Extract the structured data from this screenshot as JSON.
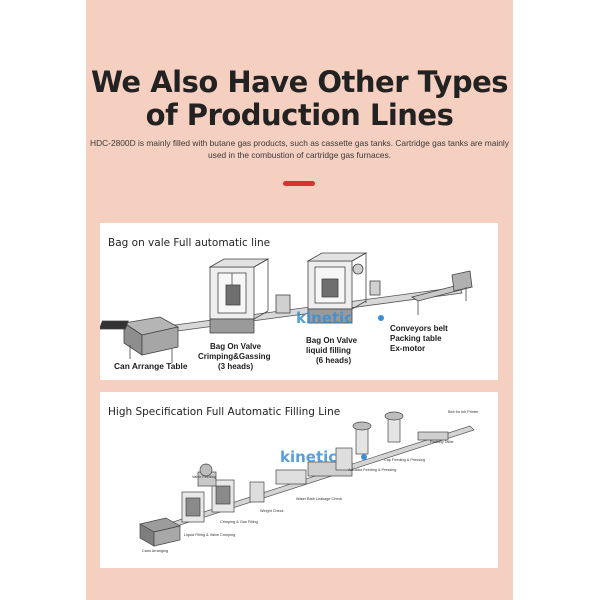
{
  "heading": {
    "line1": "We Also Have Other Types",
    "line2": "of Production Lines"
  },
  "subtitle": "HDC-2800D is mainly filled with butane gas products, such as cassette gas tanks. Cartridge gas tanks are mainly used in the combustion of cartridge gas furnaces.",
  "colors": {
    "background": "#f5cfc0",
    "accent": "#d93030",
    "watermark": "#3b8fd6"
  },
  "watermark": "kinetic",
  "line1": {
    "title": "Bag on vale Full automatic line",
    "labels": {
      "can_arrange": "Can Arrange Table",
      "crimp_1": "Bag On Valve",
      "crimp_2": "Crimping&Gassing",
      "crimp_3": "(3 heads)",
      "fill_1": "Bag On Valve",
      "fill_2": "liquid filling",
      "fill_3": "(6 heads)",
      "conv_1": "Conveyors belt",
      "conv_2": "Packing table",
      "conv_3": "Ex-motor"
    }
  },
  "line2": {
    "title": "High Specification Full Automatic Filling Line",
    "labels": {
      "belt_ink": "Belt for Ink Printer",
      "packing": "Packing Table",
      "cap": "Cap Feeding & Pressing",
      "actuator": "Actuator Feeding & Pressing",
      "water_bath": "Water Bath Leakage Check",
      "valve_feeding": "Valve Feeding",
      "weight": "Weight Check",
      "crimping": "Crimping & Gas Filling",
      "liquid": "Liquid Filling & Valve Crimping",
      "cans": "Cans Arranging"
    }
  }
}
